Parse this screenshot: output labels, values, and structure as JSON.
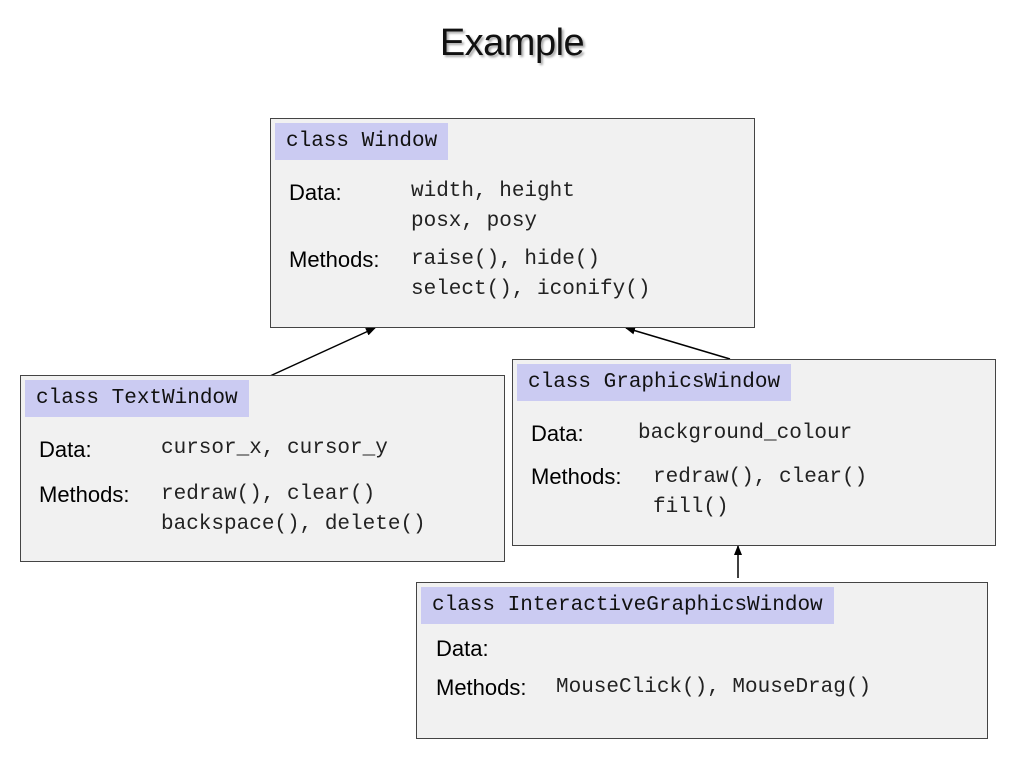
{
  "title": "Example",
  "labels": {
    "data": "Data:",
    "methods": "Methods:"
  },
  "classes": {
    "window": {
      "header": "class Window",
      "data": [
        "width, height",
        "posx, posy"
      ],
      "methods": [
        "raise(), hide()",
        "select(), iconify()"
      ]
    },
    "text_window": {
      "header": "class TextWindow",
      "data": [
        "cursor_x, cursor_y"
      ],
      "methods": [
        "redraw(), clear()",
        "backspace(), delete()"
      ]
    },
    "graphics_window": {
      "header": "class GraphicsWindow",
      "data": [
        "background_colour"
      ],
      "methods": [
        "redraw(), clear()",
        "fill()"
      ]
    },
    "interactive_graphics_window": {
      "header": "class InteractiveGraphicsWindow",
      "data": [],
      "methods": [
        "MouseClick(), MouseDrag()"
      ]
    }
  },
  "relations": [
    {
      "from": "text_window",
      "to": "window",
      "type": "inherits"
    },
    {
      "from": "graphics_window",
      "to": "window",
      "type": "inherits"
    },
    {
      "from": "interactive_graphics_window",
      "to": "graphics_window",
      "type": "inherits"
    }
  ]
}
